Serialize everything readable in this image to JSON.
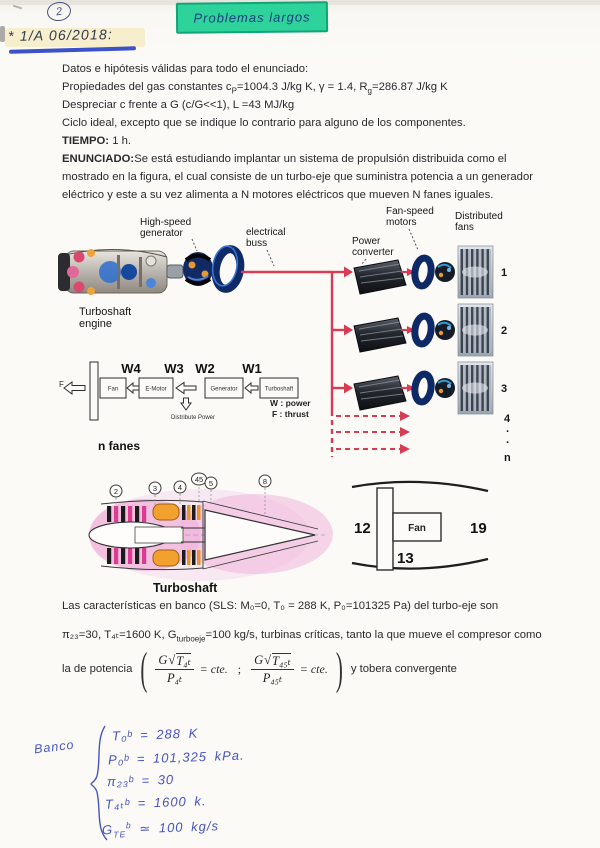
{
  "annotations": {
    "circled_number": "2",
    "topic": "Problemas largos",
    "exam_ref": "* 1/A 06/2018:"
  },
  "intro": {
    "line1": "Datos e hipótesis válidas para todo el enunciado:",
    "line2_pre": "Propiedades del gas constantes c",
    "line2_sub1": "P",
    "line2_mid": "=1004.3 J/kg K, γ = 1.4, R",
    "line2_sub2": "g",
    "line2_post": "=286.87 J/kg K",
    "line3": "Despreciar c frente a G (c/G<<1), L =43 MJ/kg",
    "line4": "Ciclo ideal, excepto que se indique lo contrario para alguno de los componentes.",
    "tiempo_label": "TIEMPO:",
    "tiempo_value": "1 h.",
    "enunciado_label": "ENUNCIADO:",
    "enunciado_1": "Se está estudiando implantar un sistema de propulsión distribuida como el",
    "enunciado_2": "mostrado en la figura, el cual consiste de un turbo-eje que suministra potencia a un generador",
    "enunciado_3": "eléctrico y este a su vez alimenta a N motores eléctricos que mueven N fanes iguales."
  },
  "figure": {
    "label_generator_1": "High-speed",
    "label_generator_2": "generator",
    "label_buss_1": "electrical",
    "label_buss_2": "buss",
    "label_engine_1": "Turboshaft",
    "label_engine_2": "engine",
    "label_converter_1": "Power",
    "label_converter_2": "converter",
    "label_motors_1": "Fan-speed",
    "label_motors_2": "motors",
    "label_fans_1": "Distributed",
    "label_fans_2": "fans",
    "rows": [
      "1",
      "2",
      "3",
      "4",
      "·",
      "·",
      "n"
    ]
  },
  "w_diagram": {
    "w4": "W4",
    "w3": "W3",
    "w2": "W2",
    "w1": "W1",
    "box_fan": "Fan",
    "box_emotor": "E-Motor",
    "box_generator": "Generator",
    "box_turboshaft": "Turboshaft",
    "f_label": "F",
    "distribute_power": "Distribute Power",
    "legend_w": "W : power",
    "legend_f": "F : thrust",
    "n_fanes": "n fanes"
  },
  "cross_section": {
    "stations": [
      "2",
      "3",
      "4",
      "45",
      "5",
      "8"
    ],
    "caption": "Turboshaft"
  },
  "fan_duct": {
    "station_left": "12",
    "station_mid": "13",
    "station_right": "19",
    "fan_box": "Fan"
  },
  "sls": {
    "line1": "Las características en banco (SLS: M₀=0, T₀ = 288 K, P₀=101325 Pa) del turbo-eje son",
    "line2_pre": "π₂₃=30, T₄ₜ=1600 K, G",
    "line2_sub": "turboeje",
    "line2_post": "=100 kg/s, turbinas críticas, tanto la que mueve el compresor como",
    "formula": {
      "intro": "la de potencia",
      "open": "(",
      "sqrt": "√",
      "f1_g": "G",
      "f1_rad": "T₄ₜ",
      "f1_den": "P₄ₜ",
      "eq1": "= cte.",
      "sep": ";",
      "f2_g": "G",
      "f2_rad": "T₄₅ₜ",
      "f2_den": "P₄₅ₜ",
      "eq2": "= cte.",
      "close": ")",
      "outro": "y tobera convergente"
    }
  },
  "handnotes": {
    "label": "Banco",
    "line1": "T₀ᵇ = 288 K",
    "line2": "P₀ᵇ = 101,325 kPa.",
    "line3": "π₂₃ᵇ = 30",
    "line4": "T₄ₜᵇ = 1600 k.",
    "g_base": "G",
    "g_sub": "TE",
    "g_sup": "b",
    "g_rest": " ≃ 100 kg/s"
  },
  "colors": {
    "bus_red": "#d93b55",
    "ring_navy": "#0e2a66",
    "highlight_green": "#2ed29b",
    "note_blue": "#4754c2"
  }
}
